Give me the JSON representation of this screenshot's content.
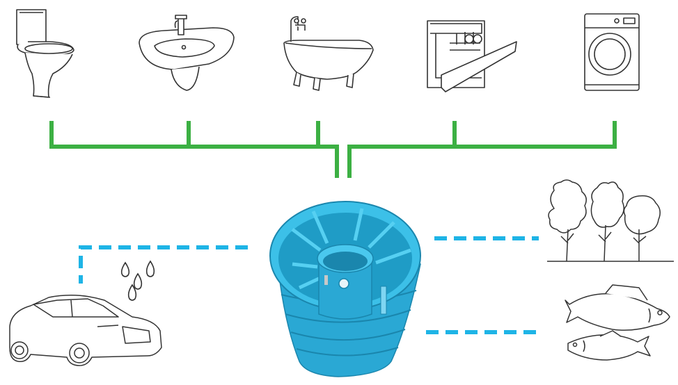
{
  "diagram": {
    "sources": [
      {
        "id": "toilet",
        "icon": "toilet-icon"
      },
      {
        "id": "sink",
        "icon": "sink-icon"
      },
      {
        "id": "bathtub",
        "icon": "bathtub-icon"
      },
      {
        "id": "dishwasher",
        "icon": "dishwasher-icon"
      },
      {
        "id": "washing-machine",
        "icon": "washing-machine-icon"
      }
    ],
    "center": {
      "icon": "septic-tank-icon"
    },
    "outputs": [
      {
        "id": "car-wash",
        "icon": "car-icon"
      },
      {
        "id": "water-drops",
        "icon": "water-drops-icon"
      },
      {
        "id": "trees",
        "icon": "trees-icon"
      },
      {
        "id": "fish",
        "icon": "fish-icon"
      }
    ],
    "colors": {
      "inflow_pipe": "#3cb043",
      "outflow_dashed": "#1eb4e6",
      "tank": "#2aa8d4",
      "tank_dark": "#1a86ad",
      "line_art": "#333333"
    }
  }
}
